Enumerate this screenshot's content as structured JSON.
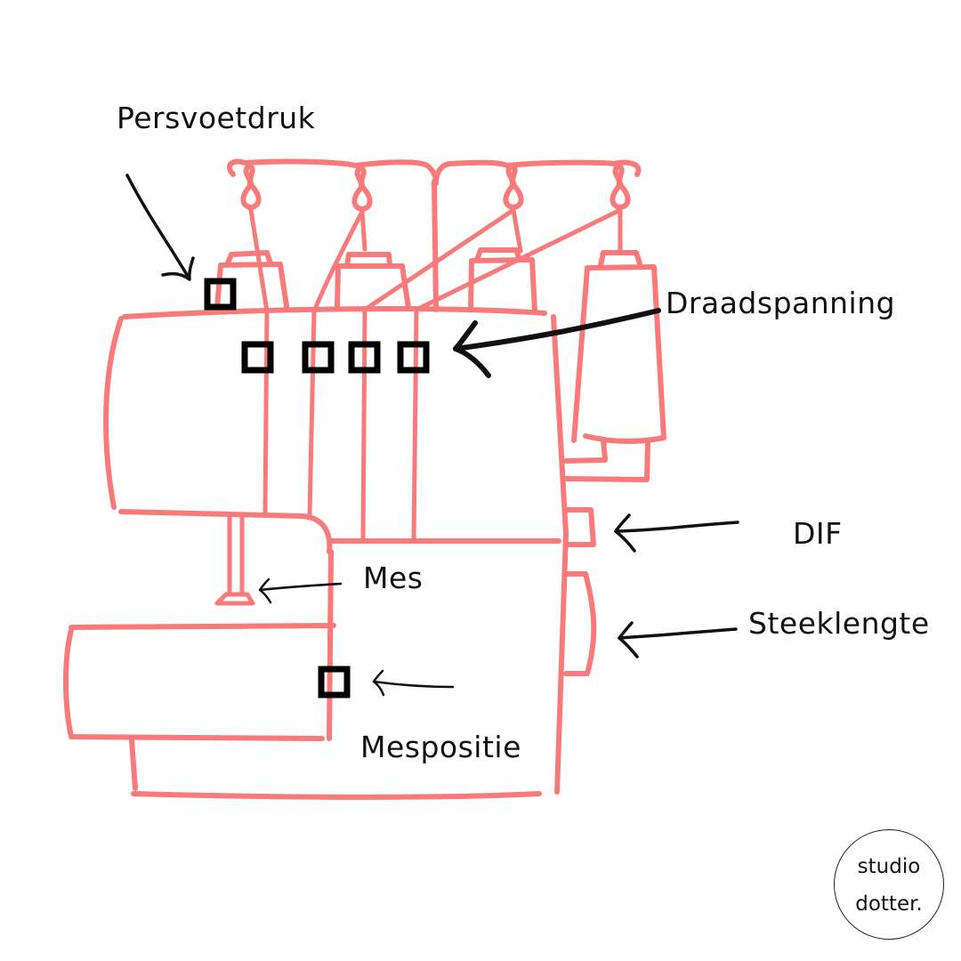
{
  "diagram": {
    "subject": "overlock-machine",
    "colors": {
      "machine_stroke": "#f87a7a",
      "annotation": "#111111",
      "background": "#ffffff"
    },
    "labels": {
      "persvoetdruk": "Persvoetdruk",
      "draadspanning": "Draadspanning",
      "dif": "DIF",
      "steeklengte": "Steeklengte",
      "mes": "Mes",
      "mespositie": "Mespositie"
    },
    "markers": {
      "persvoetdruk_count": 1,
      "draadspanning_count": 4,
      "mespositie_count": 1
    }
  },
  "logo": {
    "line1": "studio",
    "line2": "dotter."
  }
}
